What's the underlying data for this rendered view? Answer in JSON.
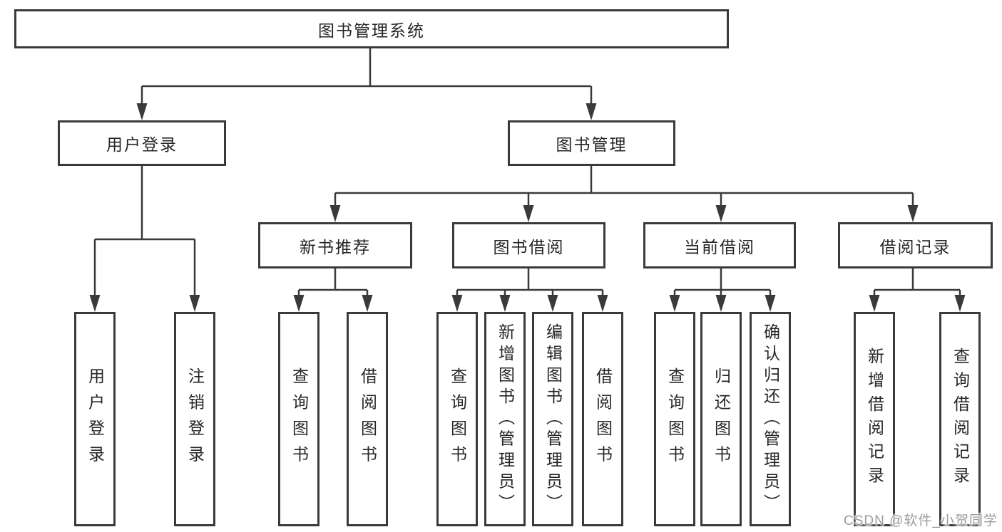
{
  "diagram": {
    "tree": {
      "label": "图书管理系统",
      "children": [
        {
          "label": "用户登录",
          "children": [
            {
              "label": "用户登录"
            },
            {
              "label": "注销登录"
            }
          ]
        },
        {
          "label": "图书管理",
          "children": [
            {
              "label": "新书推荐",
              "children": [
                {
                  "label": "查询图书"
                },
                {
                  "label": "借阅图书"
                }
              ]
            },
            {
              "label": "图书借阅",
              "children": [
                {
                  "label": "查询图书"
                },
                {
                  "label": "新增图书（管理员）"
                },
                {
                  "label": "编辑图书（管理员）"
                },
                {
                  "label": "借阅图书"
                }
              ]
            },
            {
              "label": "当前借阅",
              "children": [
                {
                  "label": "查询图书"
                },
                {
                  "label": "归还图书"
                },
                {
                  "label": "确认归还（管理员）"
                }
              ]
            },
            {
              "label": "借阅记录",
              "children": [
                {
                  "label": "新增借阅记录"
                },
                {
                  "label": "查询借阅记录"
                }
              ]
            }
          ]
        }
      ]
    },
    "colors": {
      "line": "#3a3a3a",
      "box_background": "#ffffff",
      "text": "#262626",
      "watermark": "#9b9b9b"
    }
  },
  "watermark": {
    "text": "CSDN @软件_小贺同学"
  }
}
